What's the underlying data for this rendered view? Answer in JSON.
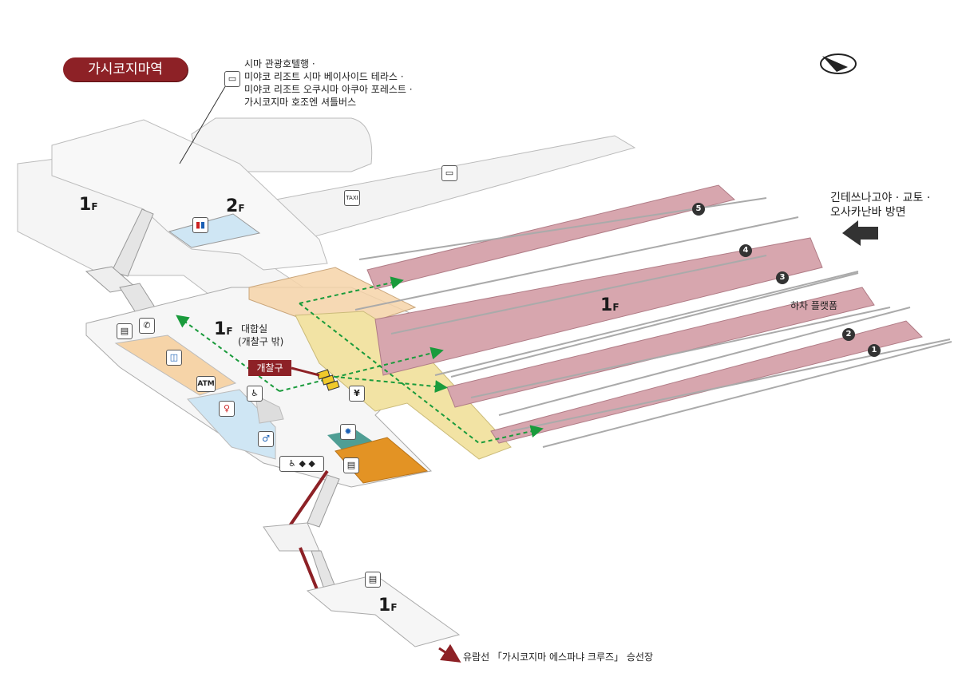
{
  "station": {
    "name": "가시코지마역"
  },
  "shuttle_bus": {
    "lines": [
      "시마 관광호텔행 ·",
      "미야코 리조트 시마 베이사이드 테라스 ·",
      "미야코 리조트 오쿠시마 아쿠아 포레스트 ·",
      "가시코지마 호조엔 셔틀버스"
    ]
  },
  "direction": {
    "line1": "긴테쓰나고야 · 교토 ·",
    "line2": "오사카난바 방면"
  },
  "floors": {
    "upper_left": {
      "num": "1",
      "unit": "F"
    },
    "upper_mid": {
      "num": "2",
      "unit": "F"
    },
    "platforms": {
      "num": "1",
      "unit": "F"
    },
    "concourse": {
      "num": "1",
      "unit": "F"
    },
    "lower": {
      "num": "1",
      "unit": "F"
    }
  },
  "concourse": {
    "line1": "대합실",
    "line2": "(개찰구 밖)"
  },
  "ticket_gate": "개찰구",
  "alighting_platform": "하차 플랫폼",
  "platform_numbers": [
    "1",
    "2",
    "3",
    "4",
    "5"
  ],
  "ferry": {
    "label": "유람선 「가시코지마 에스파냐 크루즈」 승선장"
  },
  "icons": {
    "atm": "ATM",
    "yen": "¥",
    "taxi": "TAXI",
    "phone": "✆",
    "women": "♀",
    "men": "♂"
  },
  "colors": {
    "platform": "#d7a6ae",
    "station_badge": "#8d2126",
    "concourse_yellow": "#f2e3a4",
    "shop_orange": "#e39324",
    "shop_peach": "#f6d4a8",
    "toilet_blue": "#cfe6f4",
    "teal": "#4f9e94",
    "route_arrow": "#1a9b3c"
  }
}
